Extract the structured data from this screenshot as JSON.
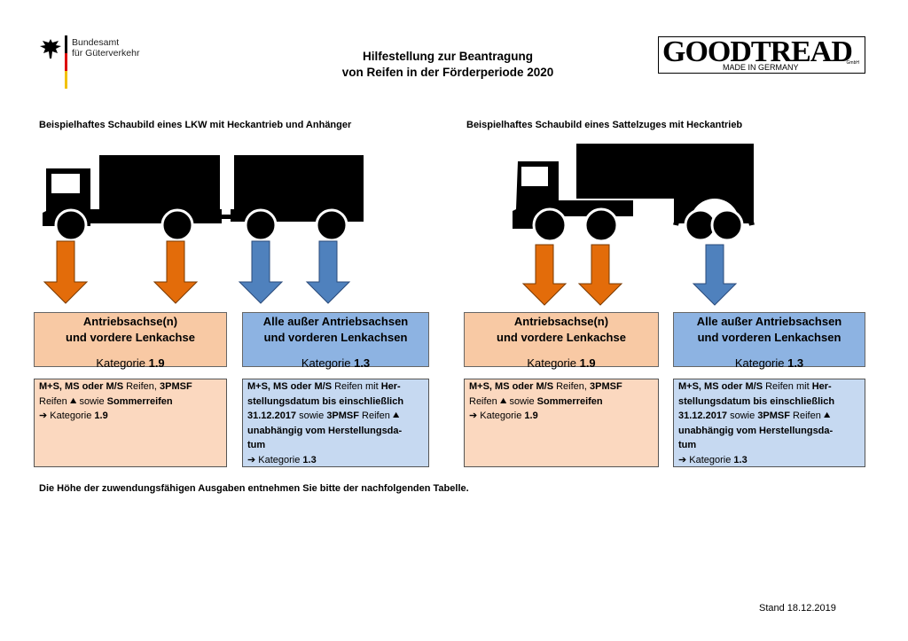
{
  "header": {
    "agency_line1": "Bundesamt",
    "agency_line2": "für Güterverkehr",
    "title_line1": "Hilfestellung zur Beantragung",
    "title_line2": "von Reifen in der Förderperiode 2020",
    "brand": "GOODTREAD",
    "brand_tagline": "MADE IN GERMANY",
    "brand_suffix": "GmbH"
  },
  "left": {
    "subtitle": "Beispielhaftes Schaubild eines LKW mit Heckantrieb und Anhänger",
    "box_drive": {
      "line1": "Antriebsachse(n)",
      "line2": "und vordere Lenkachse",
      "kat_prefix": "Kategorie ",
      "kat_value": "1.9"
    },
    "box_other": {
      "line1": "Alle außer Antriebsachsen",
      "line2": "und vorderen Lenkachsen",
      "kat_prefix": "Kategorie ",
      "kat_value": "1.3"
    }
  },
  "right": {
    "subtitle": "Beispielhaftes Schaubild eines Sattelzuges mit Heckantrieb",
    "box_drive": {
      "line1": "Antriebsachse(n)",
      "line2": "und vordere Lenkachse",
      "kat_prefix": "Kategorie ",
      "kat_value": "1.9"
    },
    "box_other": {
      "line1": "Alle außer Antriebsachsen",
      "line2": "und vorderen Lenkachsen",
      "kat_prefix": "Kategorie ",
      "kat_value": "1.3"
    }
  },
  "desc_orange": {
    "l1_bold": "M+S, MS oder M/S",
    "l1_norm": " Reifen, ",
    "l1_bold2": "3PMSF",
    "l2_norm": "Reifen ",
    "l2_norm2": " sowie ",
    "l2_bold": "Sommerreifen",
    "l3_arrow": "➔",
    "l3_norm": " Kategorie ",
    "l3_bold": "1.9"
  },
  "desc_blue": {
    "l1_bold": "M+S, MS oder M/S",
    "l1_norm": " Reifen mit ",
    "l1_bold2": "Her-",
    "l2_bold": "stellungsdatum bis einschließlich",
    "l3_bold": "31.12.2017",
    "l3_norm": " sowie ",
    "l3_bold2": "3PMSF",
    "l3_norm2": " Reifen ",
    "l4_bold": "unabhängig vom Herstellungsda-",
    "l5_bold": "tum",
    "l6_arrow": "➔",
    "l6_norm": " Kategorie ",
    "l6_bold": "1.3"
  },
  "icons": {
    "snowflake_triangle": "3pmsf-icon"
  },
  "footer": {
    "note": "Die Höhe der zuwendungsfähigen Ausgaben entnehmen Sie bitte der nachfolgenden Tabelle.",
    "stand": "Stand 18.12.2019"
  },
  "colors": {
    "orange": "#e36c0a",
    "blue": "#4f81bd",
    "orange_box": "#f8c9a4",
    "blue_box": "#8db3e2"
  }
}
